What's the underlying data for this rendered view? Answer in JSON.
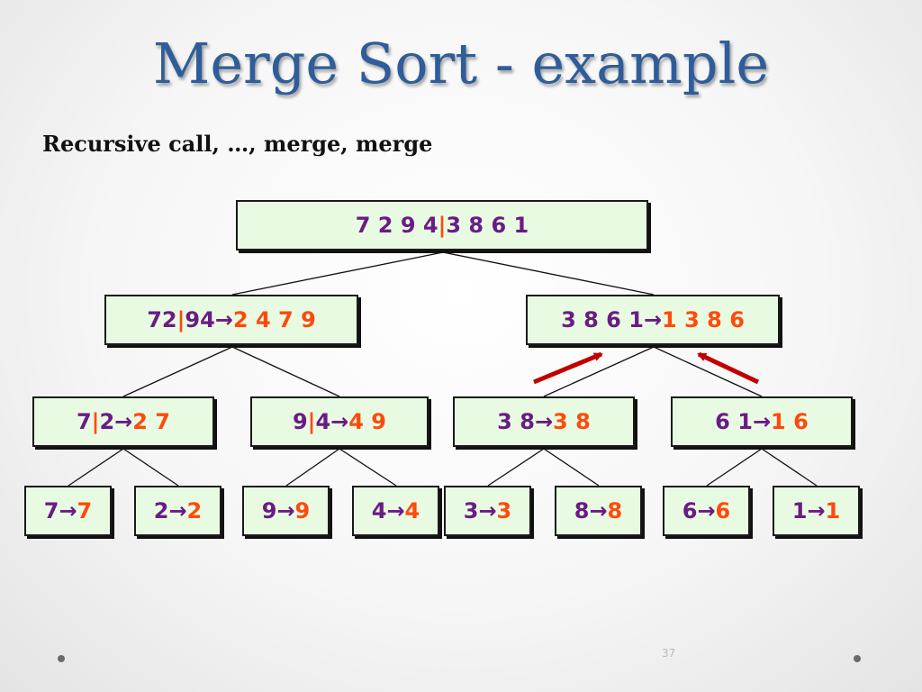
{
  "title": "Merge Sort - example",
  "subtitle": "Recursive call, …, merge, merge",
  "tree": {
    "root": {
      "left": "7 2 9 4 ",
      "sep": "|",
      "right": " 3 8 6 1"
    },
    "level1": {
      "left": {
        "a": "72",
        "sep": "|",
        "b": "94 ",
        "arrow": "→",
        "result": " 2 4 7 9"
      },
      "right": {
        "input": "3 8 6 1",
        "arrow": "→",
        "result": "1 3 8 6"
      }
    },
    "level2": [
      {
        "a": "7",
        "sep": "|",
        "b": "2 ",
        "arrow": "→",
        "result": " 2 7"
      },
      {
        "a": "9",
        "sep": "|",
        "b": "4 ",
        "arrow": "→",
        "result": " 4 9"
      },
      {
        "input": "3 8 ",
        "arrow": "→",
        "result": " 3 8"
      },
      {
        "input": "6 1 ",
        "arrow": "→",
        "result": " 1 6"
      }
    ],
    "leaves": [
      {
        "input": "7",
        "arrow": "→",
        "result": "7"
      },
      {
        "input": "2",
        "arrow": "→",
        "result": "2"
      },
      {
        "input": "9",
        "arrow": "→",
        "result": "9"
      },
      {
        "input": "4",
        "arrow": "→",
        "result": "4"
      },
      {
        "input": "3",
        "arrow": "→",
        "result": "3"
      },
      {
        "input": "8",
        "arrow": "→",
        "result": "8"
      },
      {
        "input": "6",
        "arrow": "→",
        "result": "6"
      },
      {
        "input": "1",
        "arrow": "→",
        "result": "1"
      }
    ]
  },
  "page_number": "37",
  "colors": {
    "title": "#2f5d9a",
    "node_text": "#6a1c84",
    "result_text": "#ff4a0c",
    "node_fill": "#e8fbe2",
    "highlight_arrow": "#c00000"
  }
}
